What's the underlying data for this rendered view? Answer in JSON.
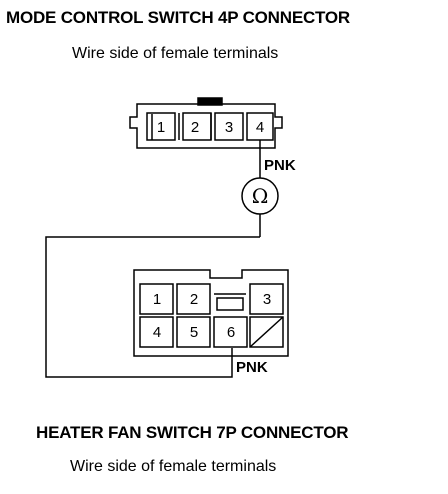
{
  "connector_top": {
    "title": "MODE CONTROL SWITCH 4P CONNECTOR",
    "subtitle": "Wire side of female terminals",
    "pins": [
      "1",
      "2",
      "3",
      "4"
    ]
  },
  "meter": {
    "symbol": "Ω",
    "icon": "ohmmeter-icon"
  },
  "wire_top_label": "PNK",
  "connector_bottom": {
    "title": "HEATER FAN SWITCH 7P CONNECTOR",
    "subtitle": "Wire side of female terminals",
    "pins_row1": [
      "1",
      "2",
      "3"
    ],
    "pins_row2": [
      "4",
      "5",
      "6"
    ]
  },
  "wire_bottom_label": "PNK"
}
